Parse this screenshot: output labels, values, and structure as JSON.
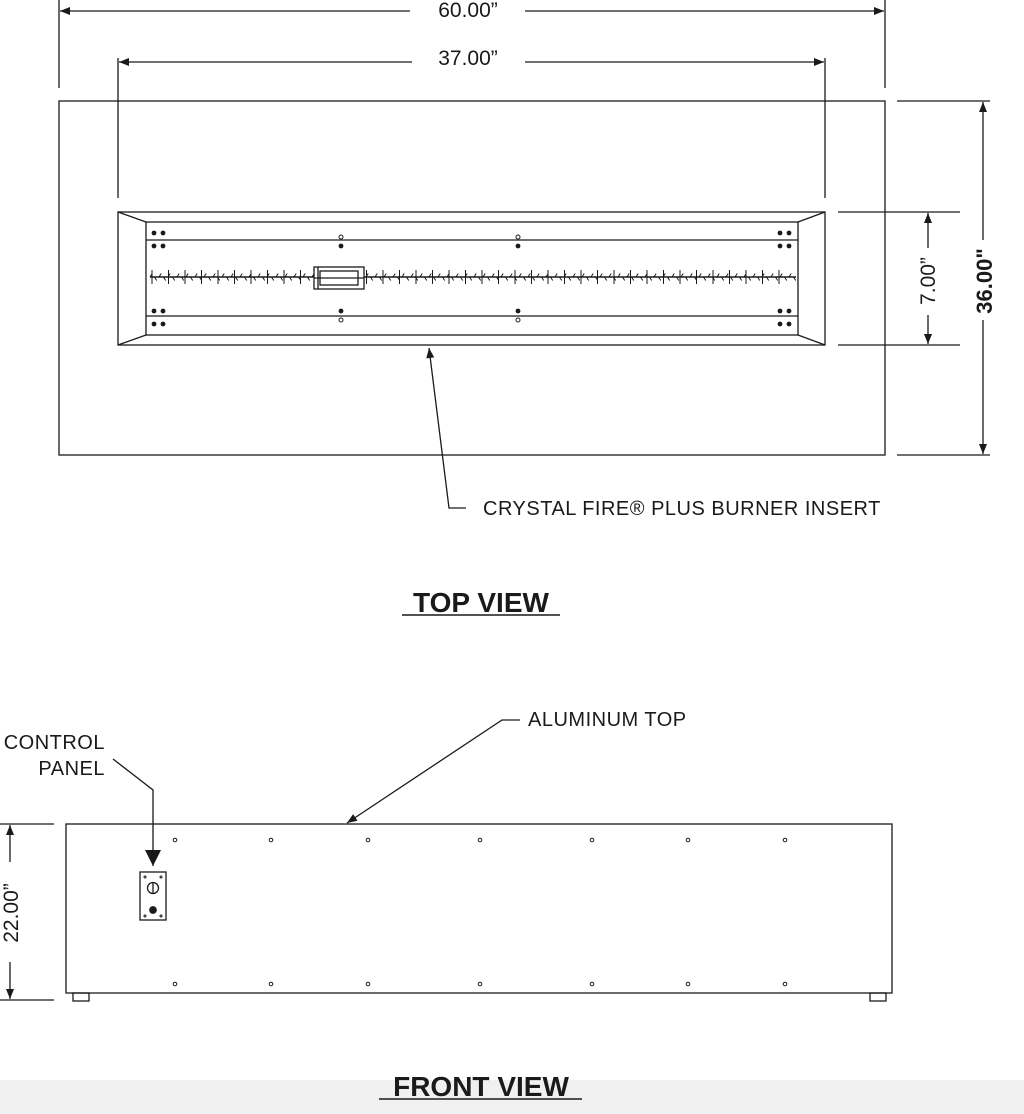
{
  "top_view": {
    "title": "TOP VIEW",
    "dim_overall_width": "60.00”",
    "dim_opening_width": "37.00”",
    "dim_opening_depth": "7.00”",
    "dim_overall_depth": "36.00\"",
    "callout_burner": "CRYSTAL FIRE® PLUS BURNER INSERT"
  },
  "front_view": {
    "title": "FRONT VIEW",
    "dim_height": "22.00”",
    "callout_top": "ALUMINUM TOP",
    "callout_panel_line1": "CONTROL",
    "callout_panel_line2": "PANEL"
  },
  "colors": {
    "line": "#1a1a1a",
    "footer_band": "#f0f0f0"
  }
}
